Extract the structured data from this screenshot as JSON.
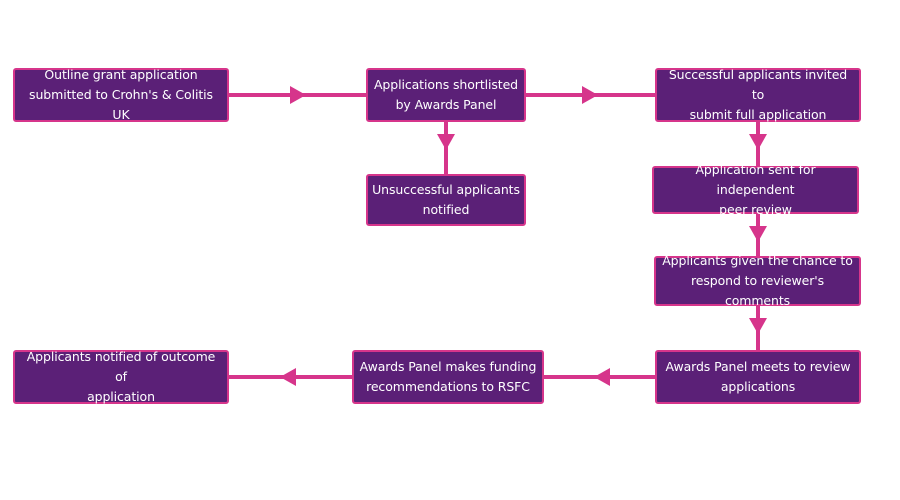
{
  "diagram": {
    "accent_color": "#d6358b",
    "box_fill_color": "#5b2077",
    "text_color": "#ffffff",
    "nodes": [
      {
        "id": "outline-grant",
        "label": "Outline grant application\nsubmitted to Crohn's & Colitis UK"
      },
      {
        "id": "shortlisted",
        "label": "Applications shortlisted\nby Awards Panel"
      },
      {
        "id": "invited-full",
        "label": "Successful applicants invited to\nsubmit full application"
      },
      {
        "id": "unsuccessful",
        "label": "Unsuccessful applicants\nnotified"
      },
      {
        "id": "peer-review",
        "label": "Application sent for independent\npeer review"
      },
      {
        "id": "respond-comments",
        "label": "Applicants given the chance to\nrespond to reviewer's comments"
      },
      {
        "id": "panel-review",
        "label": "Awards Panel meets to review\napplications"
      },
      {
        "id": "funding-recommend",
        "label": "Awards Panel makes funding\nrecommendations to RSFC"
      },
      {
        "id": "notified-outcome",
        "label": "Applicants notified of outcome of\napplication"
      }
    ],
    "edges": [
      {
        "from": "outline-grant",
        "to": "shortlisted"
      },
      {
        "from": "shortlisted",
        "to": "invited-full"
      },
      {
        "from": "shortlisted",
        "to": "unsuccessful"
      },
      {
        "from": "invited-full",
        "to": "peer-review"
      },
      {
        "from": "peer-review",
        "to": "respond-comments"
      },
      {
        "from": "respond-comments",
        "to": "panel-review"
      },
      {
        "from": "panel-review",
        "to": "funding-recommend"
      },
      {
        "from": "funding-recommend",
        "to": "notified-outcome"
      }
    ]
  }
}
